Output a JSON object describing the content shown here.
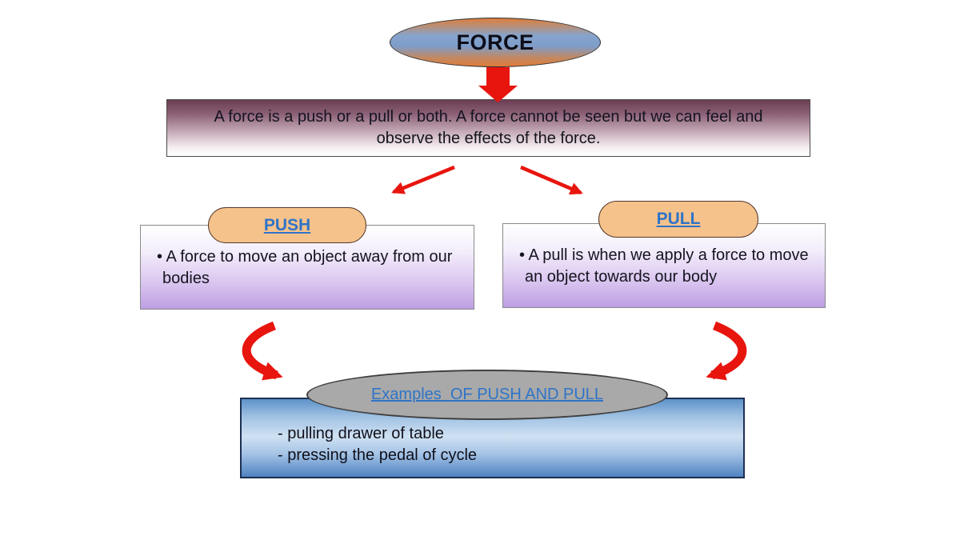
{
  "root": {
    "label": "FORCE"
  },
  "definition": {
    "text": "A force is a push or a pull or both. A force cannot be seen but we can feel and observe the effects of the force."
  },
  "branches": {
    "push": {
      "title": "PUSH",
      "bullet": "• A force to move an object away from our bodies"
    },
    "pull": {
      "title": "PULL",
      "bullet": "• A pull is when we apply a force to move an object towards our body"
    }
  },
  "examples": {
    "title": "Examples  OF PUSH AND PULL",
    "items": [
      "- pulling drawer of table",
      "- pressing the pedal of cycle"
    ]
  },
  "icons": {
    "down_arrow": "red-block-arrow-down",
    "branch_left": "red-diagonal-arrow-down-left",
    "branch_right": "red-diagonal-arrow-down-right",
    "curve_left": "red-curved-arrow-to-right",
    "curve_right": "red-curved-arrow-to-left"
  },
  "colors": {
    "arrow_red": "#e8150f",
    "force_ellipse_orange": "#dd7e3e",
    "force_ellipse_blue": "#7e9dc9",
    "definition_maroon": "#6b3e53",
    "pill_peach": "#f6c28c",
    "hyperlink_blue": "#2e74c7",
    "panel_lavender": "#be9ee2",
    "examples_ellipse_gray": "#a9a9a9",
    "examples_box_blue": "#5d92c9"
  }
}
